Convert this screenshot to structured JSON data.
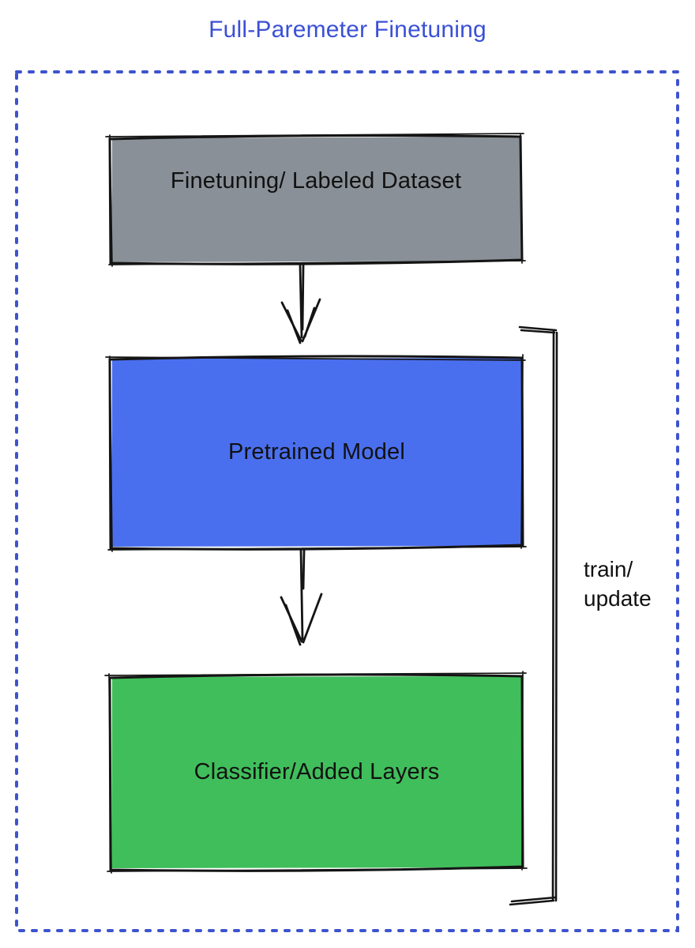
{
  "title": "Full-Paremeter Finetuning",
  "colors": {
    "title_text": "#3B50D6",
    "frame_dash": "#3E53CE",
    "box_stroke": "#141414",
    "label_text": "#111111",
    "dataset_fill": "#899097",
    "model_fill": "#4A6FEE",
    "classifier_fill": "#40BE5B"
  },
  "nodes": {
    "dataset": {
      "label": "Finetuning/ Labeled Dataset"
    },
    "model": {
      "label": "Pretrained Model"
    },
    "classifier": {
      "label": "Classifier/Added Layers"
    }
  },
  "bracket": {
    "label_lines": [
      "train/",
      "update"
    ]
  }
}
